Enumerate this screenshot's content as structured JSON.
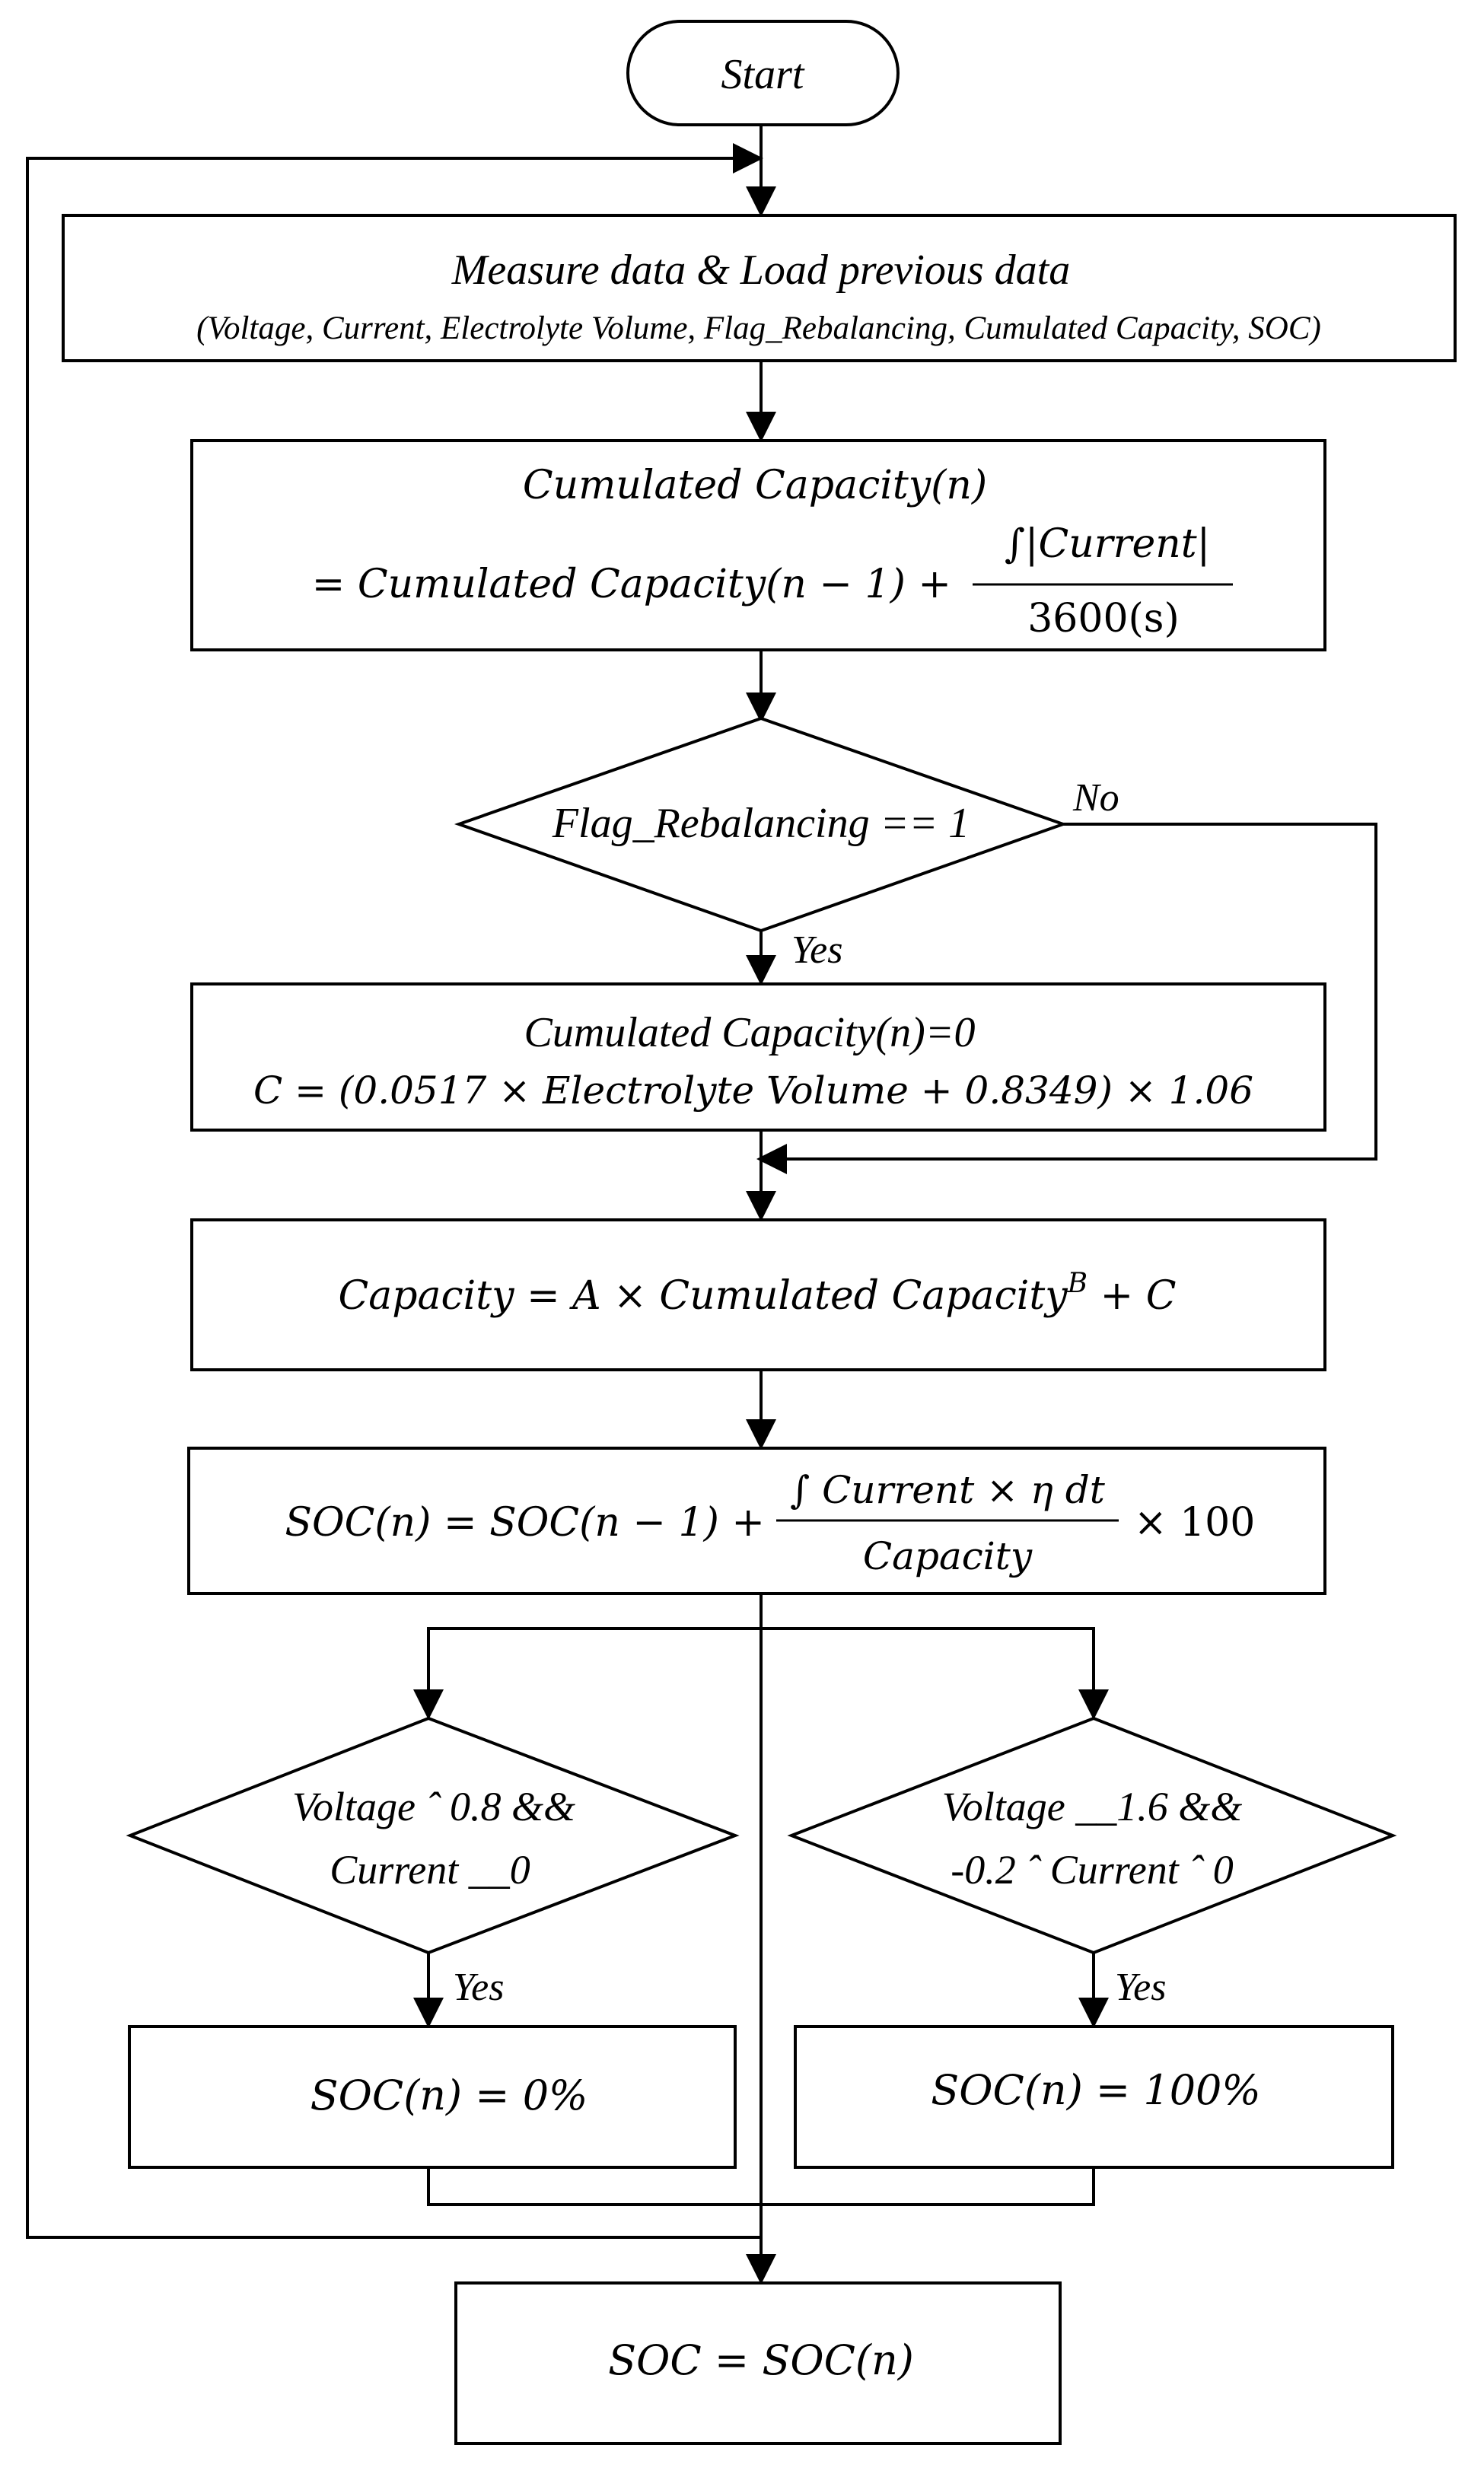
{
  "flowchart": {
    "start": "Start",
    "measure": {
      "line1": "Measure data & Load previous data",
      "line2": "(Voltage, Current, Electrolyte Volume, Flag_Rebalancing, Cumulated Capacity, SOC)"
    },
    "cumulated": {
      "line1": "Cumulated Capacity(n)",
      "lhs": "= Cumulated Capacity(n − 1) +",
      "numerator": "∫|Current|",
      "denominator": "3600(s)"
    },
    "decision_flag": {
      "text": "Flag_Rebalancing == 1",
      "no_label": "No",
      "yes_label": "Yes"
    },
    "reset": {
      "line1": "Cumulated Capacity(n)=0",
      "line2": "C = (0.0517 × Electrolyte Volume + 0.8349) × 1.06"
    },
    "capacity": {
      "text": "Capacity =  A × Cumulated Capacity",
      "superscript": "B",
      "suffix": " + C"
    },
    "soc_update": {
      "lhs": "SOC(n) = SOC(n − 1) +",
      "numerator": "∫ Current × η dt",
      "denominator": "Capacity",
      "suffix": "× 100"
    },
    "decision_low": {
      "line1": "Voltage  ˆ 0.8 &&",
      "line2": "Current __0",
      "yes_label": "Yes"
    },
    "decision_high": {
      "line1": "Voltage __1.6 &&",
      "line2": "-0.2  ˆ Current  ˆ 0",
      "yes_label": "Yes"
    },
    "soc_zero": "SOC(n) = 0%",
    "soc_full": "SOC(n) = 100%",
    "soc_final": "SOC = SOC(n)"
  }
}
